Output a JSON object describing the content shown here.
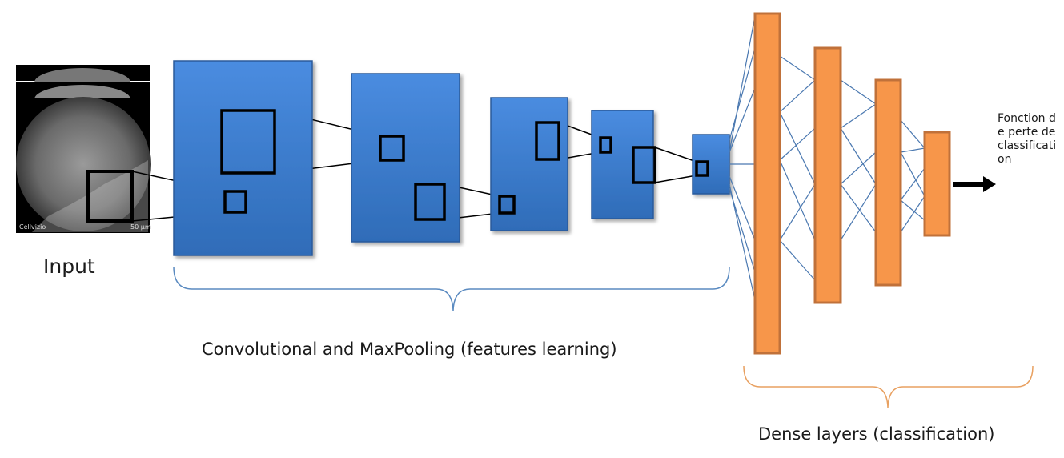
{
  "labels": {
    "input": "Input",
    "conv_section": "Convolutional and MaxPooling (features learning)",
    "dense_section": "Dense layers (classification)",
    "loss": "Fonction de perte de classification"
  },
  "input_image": {
    "watermark": "Cellvizio",
    "scale_bar": "50 µm"
  },
  "colors": {
    "conv_block": "#3f7fd0",
    "conv_block_edge": "#2a5a9a",
    "dense_block": "#f7964a",
    "dense_block_edge": "#c0713a",
    "connection_line": "#4a78b0",
    "brace_conv": "#5a8ac0",
    "brace_dense": "#e8a060"
  }
}
